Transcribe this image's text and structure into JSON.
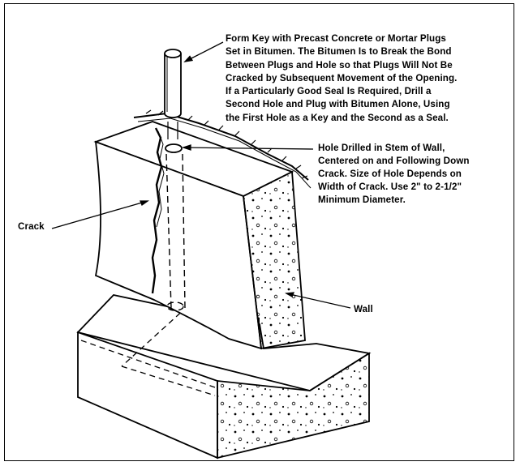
{
  "labels": {
    "form_key_lines": [
      "Form Key with Precast Concrete or Mortar Plugs",
      "Set in Bitumen. The Bitumen Is to Break the Bond",
      "Between Plugs and Hole so that Plugs Will Not Be",
      "Cracked by Subsequent Movement of the Opening.",
      "If a Particularly Good Seal Is Required, Drill a",
      "Second Hole and Plug with Bitumen Alone, Using",
      "the First Hole as a Key and the Second as a Seal."
    ],
    "hole_lines": [
      "Hole Drilled in Stem of Wall,",
      "Centered on and Following Down",
      "Crack. Size of Hole Depends on",
      "Width of Crack. Use 2\" to 2-1/2\"",
      "Minimum Diameter."
    ],
    "crack": "Crack",
    "wall": "Wall"
  },
  "colors": {
    "ink": "#000000",
    "paper": "#ffffff"
  }
}
